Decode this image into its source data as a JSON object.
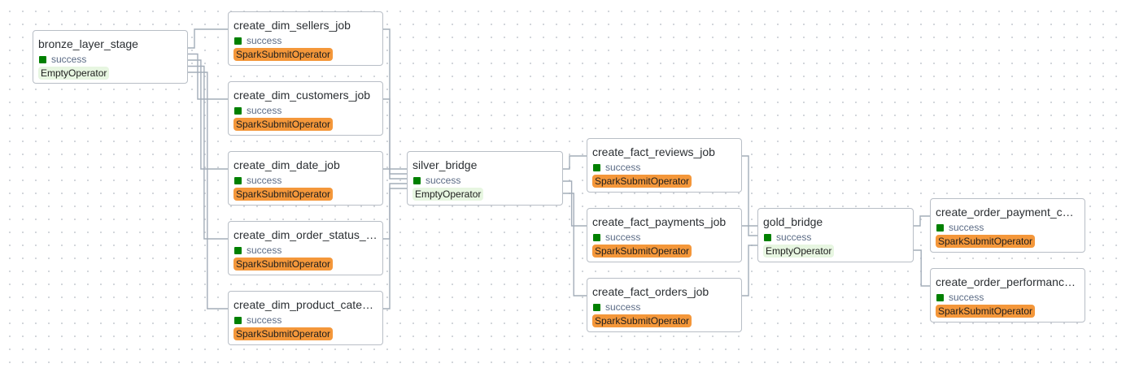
{
  "colors": {
    "success": "#008000",
    "spark_operator_bg": "#f4973a",
    "empty_operator_bg": "#e7f6e1",
    "edge": "#a3adb9"
  },
  "nodes": [
    {
      "id": "bronze_layer_stage",
      "title": "bronze_layer_stage",
      "status": "success",
      "operator": "EmptyOperator",
      "operator_kind": "empty"
    },
    {
      "id": "create_dim_sellers_job",
      "title": "create_dim_sellers_job",
      "status": "success",
      "operator": "SparkSubmitOperator",
      "operator_kind": "spark"
    },
    {
      "id": "create_dim_customers_job",
      "title": "create_dim_customers_job",
      "status": "success",
      "operator": "SparkSubmitOperator",
      "operator_kind": "spark"
    },
    {
      "id": "create_dim_date_job",
      "title": "create_dim_date_job",
      "status": "success",
      "operator": "SparkSubmitOperator",
      "operator_kind": "spark"
    },
    {
      "id": "create_dim_order_status_job",
      "title": "create_dim_order_status_job",
      "status": "success",
      "operator": "SparkSubmitOperator",
      "operator_kind": "spark"
    },
    {
      "id": "create_dim_product_category_job",
      "title": "create_dim_product_categ…",
      "status": "success",
      "operator": "SparkSubmitOperator",
      "operator_kind": "spark"
    },
    {
      "id": "silver_bridge",
      "title": "silver_bridge",
      "status": "success",
      "operator": "EmptyOperator",
      "operator_kind": "empty"
    },
    {
      "id": "create_fact_reviews_job",
      "title": "create_fact_reviews_job",
      "status": "success",
      "operator": "SparkSubmitOperator",
      "operator_kind": "spark"
    },
    {
      "id": "create_fact_payments_job",
      "title": "create_fact_payments_job",
      "status": "success",
      "operator": "SparkSubmitOperator",
      "operator_kind": "spark"
    },
    {
      "id": "create_fact_orders_job",
      "title": "create_fact_orders_job",
      "status": "success",
      "operator": "SparkSubmitOperator",
      "operator_kind": "spark"
    },
    {
      "id": "gold_bridge",
      "title": "gold_bridge",
      "status": "success",
      "operator": "EmptyOperator",
      "operator_kind": "empty"
    },
    {
      "id": "create_order_payment_cha",
      "title": "create_order_payment_cha…",
      "status": "success",
      "operator": "SparkSubmitOperator",
      "operator_kind": "spark"
    },
    {
      "id": "create_order_performance",
      "title": "create_order_performance_…",
      "status": "success",
      "operator": "SparkSubmitOperator",
      "operator_kind": "spark"
    }
  ],
  "edges": [
    [
      "bronze_layer_stage",
      "create_dim_sellers_job"
    ],
    [
      "bronze_layer_stage",
      "create_dim_customers_job"
    ],
    [
      "bronze_layer_stage",
      "create_dim_date_job"
    ],
    [
      "bronze_layer_stage",
      "create_dim_order_status_job"
    ],
    [
      "bronze_layer_stage",
      "create_dim_product_category_job"
    ],
    [
      "create_dim_sellers_job",
      "silver_bridge"
    ],
    [
      "create_dim_customers_job",
      "silver_bridge"
    ],
    [
      "create_dim_date_job",
      "silver_bridge"
    ],
    [
      "create_dim_order_status_job",
      "silver_bridge"
    ],
    [
      "create_dim_product_category_job",
      "silver_bridge"
    ],
    [
      "silver_bridge",
      "create_fact_reviews_job"
    ],
    [
      "silver_bridge",
      "create_fact_payments_job"
    ],
    [
      "silver_bridge",
      "create_fact_orders_job"
    ],
    [
      "create_fact_reviews_job",
      "gold_bridge"
    ],
    [
      "create_fact_payments_job",
      "gold_bridge"
    ],
    [
      "create_fact_orders_job",
      "gold_bridge"
    ],
    [
      "gold_bridge",
      "create_order_payment_cha"
    ],
    [
      "gold_bridge",
      "create_order_performance"
    ]
  ]
}
